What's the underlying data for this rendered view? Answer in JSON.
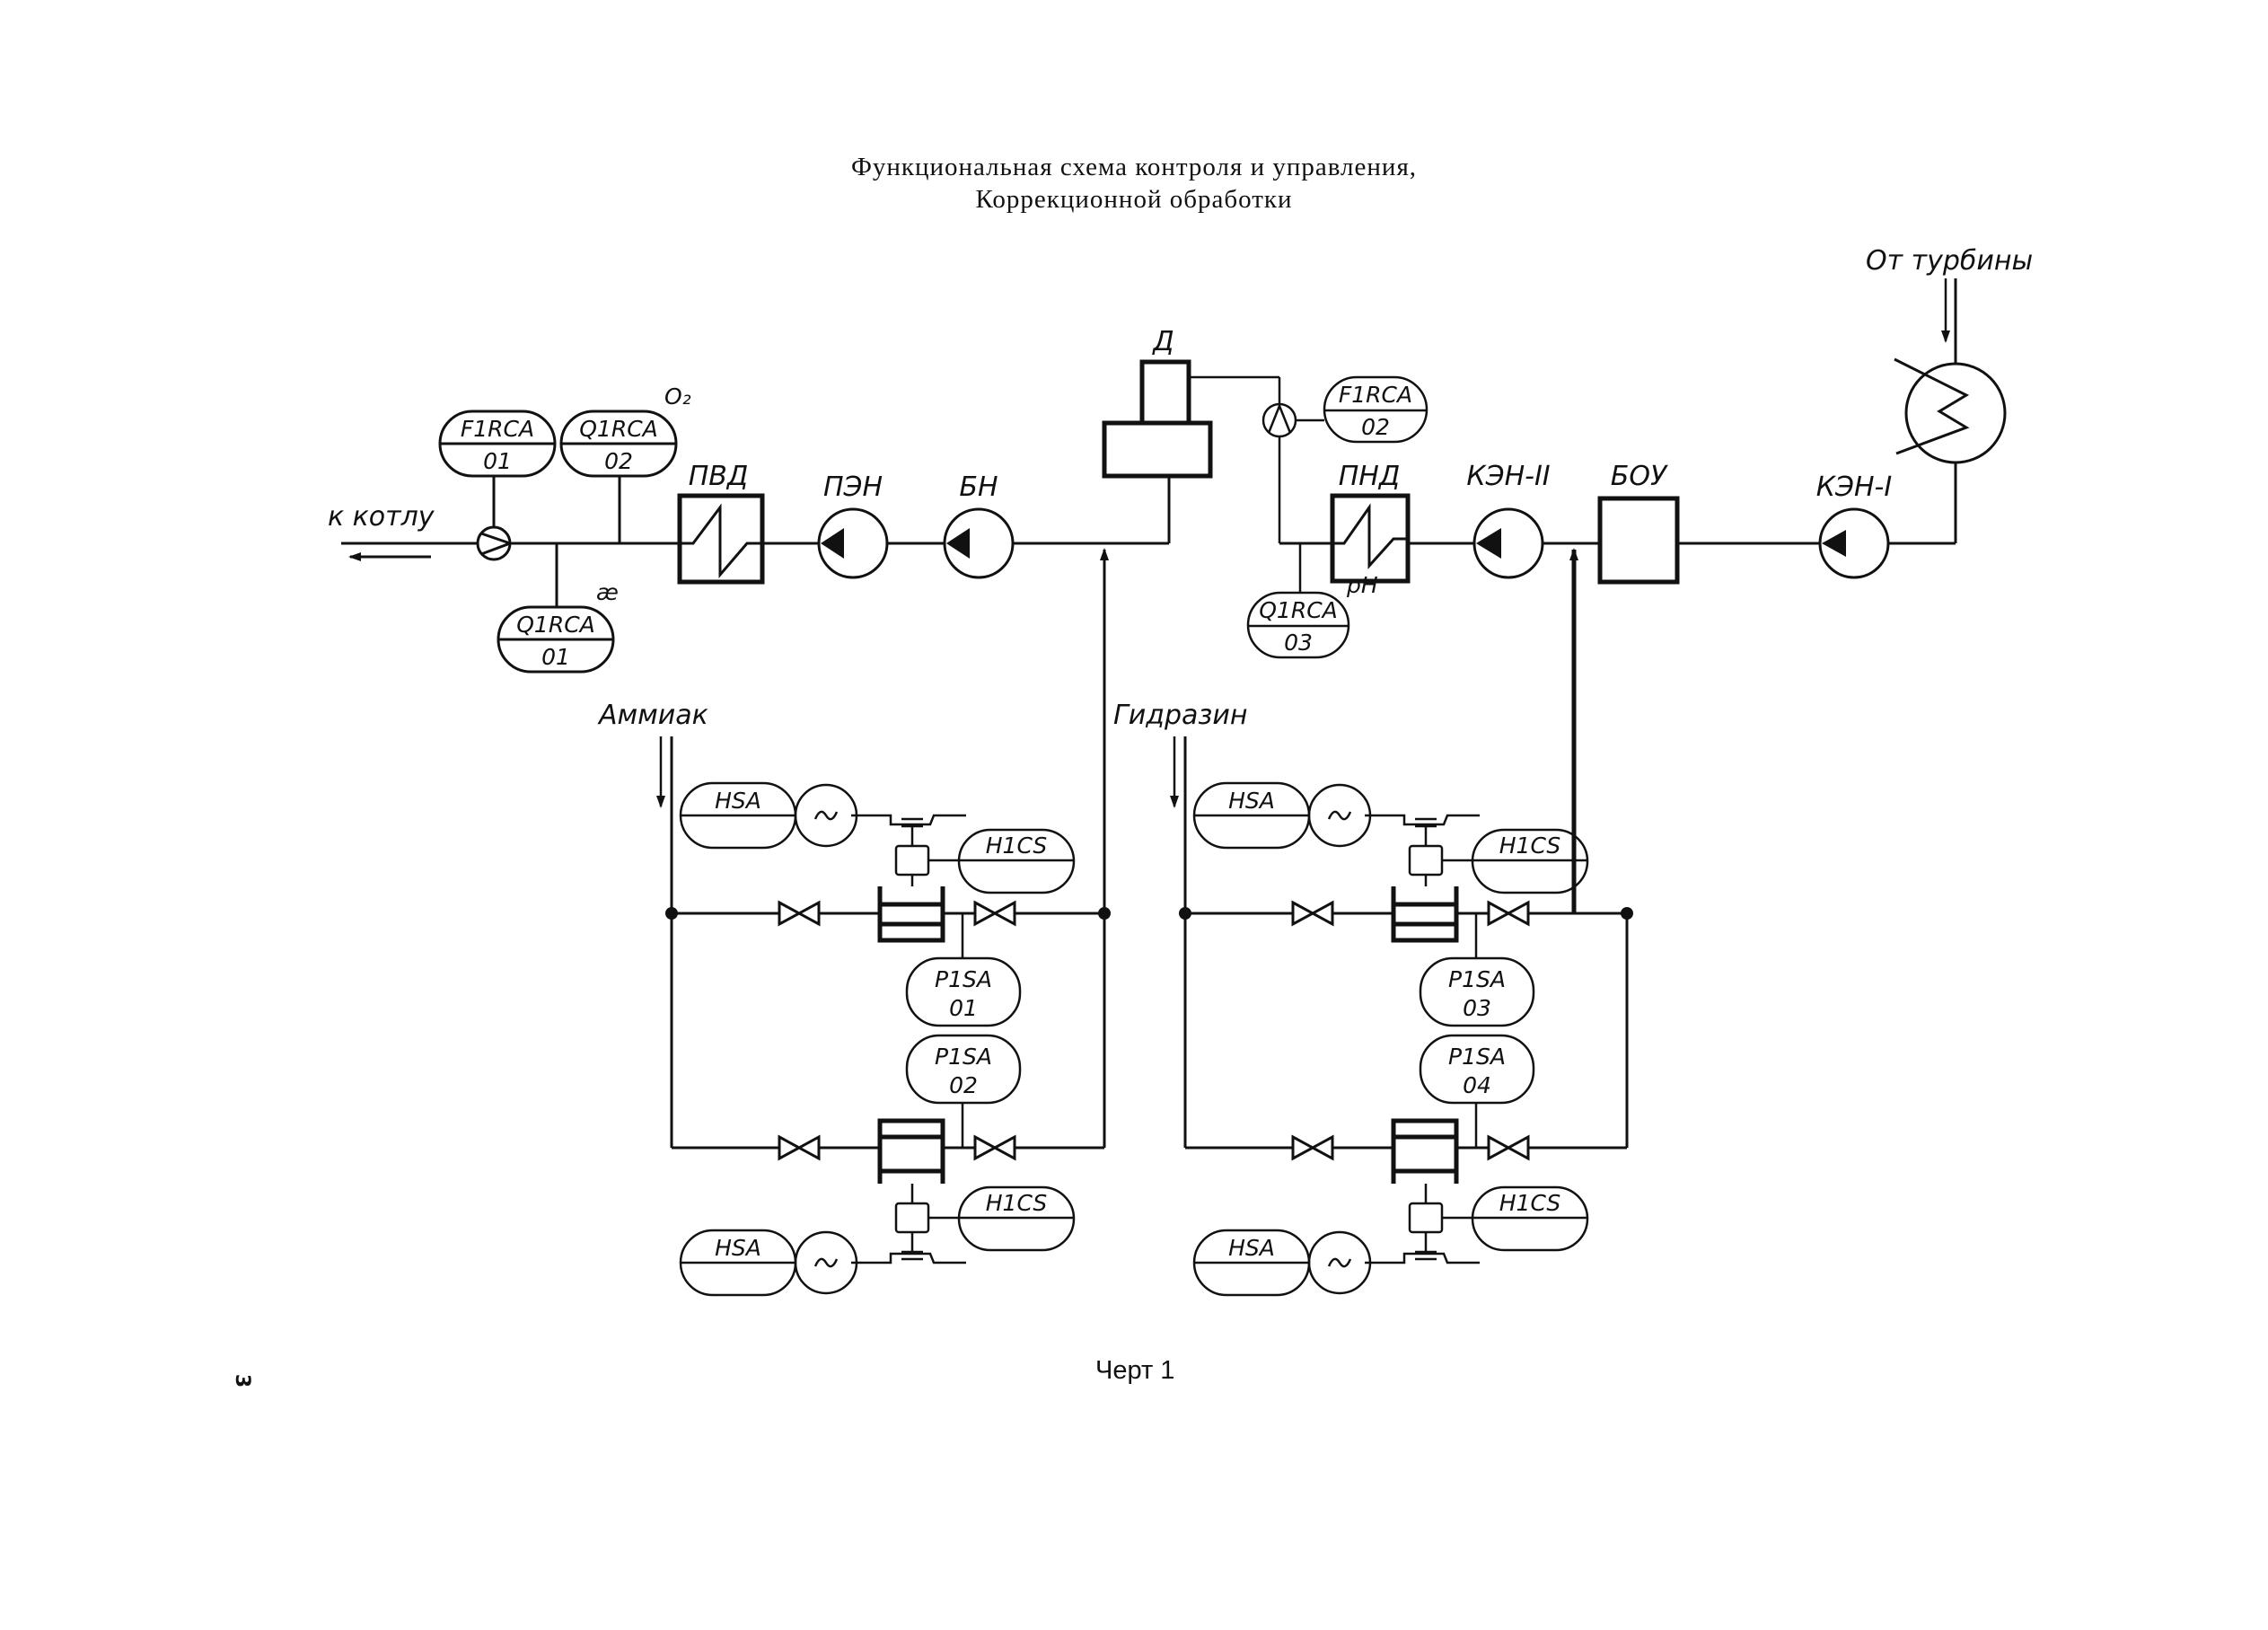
{
  "title": {
    "line1": "Функциональная схема контроля и управления,",
    "line2": "Коррекционной обработки"
  },
  "footer": {
    "label": "Черт 1",
    "page_mark": "3"
  },
  "streams": {
    "to_boiler": "к котлу",
    "from_turbine": "От турбины",
    "ammonia": "Аммиак",
    "hydrazine": "Гидразин"
  },
  "equipment": {
    "hp_heater": "ПВД",
    "feed_pump": "ПЭН",
    "booster_pump": "БН",
    "deaerator": "Д",
    "lp_heater": "ПНД",
    "condensate_pump_2": "КЭН-II",
    "condensate_polishing": "БОУ",
    "condensate_pump_1": "КЭН-I"
  },
  "instruments": {
    "flow_boiler": {
      "code": "F1RCA",
      "num": "01"
    },
    "oxygen": {
      "code": "Q1RCA",
      "num": "02",
      "note": "O₂"
    },
    "conductivity": {
      "code": "Q1RCA",
      "num": "01",
      "note": "æ"
    },
    "flow_condensate": {
      "code": "F1RCA",
      "num": "02"
    },
    "ph": {
      "code": "Q1RCA",
      "num": "03",
      "note": "pH"
    }
  },
  "dosing_ammonia": {
    "top": {
      "hsa": "HSA",
      "hics": "H1CS",
      "pisa_code": "P1SA",
      "pisa_num": "01"
    },
    "bottom": {
      "hsa": "HSA",
      "hics": "H1CS",
      "pisa_code": "P1SA",
      "pisa_num": "02"
    }
  },
  "dosing_hydrazine": {
    "top": {
      "hsa": "HSA",
      "hics": "H1CS",
      "pisa_code": "P1SA",
      "pisa_num": "03"
    },
    "bottom": {
      "hsa": "HSA",
      "hics": "H1CS",
      "pisa_code": "P1SA",
      "pisa_num": "04"
    }
  }
}
